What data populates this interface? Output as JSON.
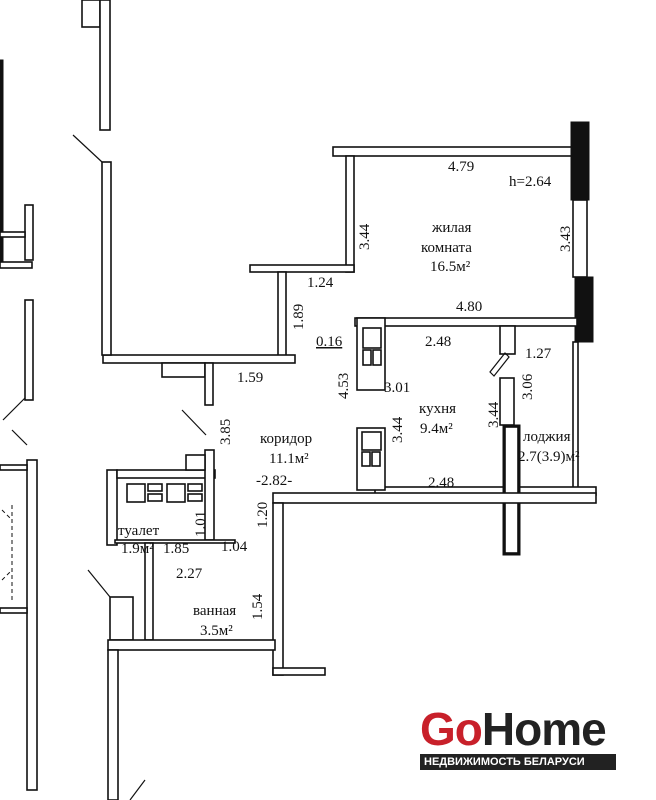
{
  "rooms": {
    "living": {
      "name1": "жилая",
      "name2": "комната",
      "area": "16.5м²"
    },
    "kitchen": {
      "name": "кухня",
      "area": "9.4м²"
    },
    "corridor": {
      "name": "коридор",
      "area": "11.1м²"
    },
    "loggia": {
      "name": "лоджия",
      "area": "2.7(3.9)м²"
    },
    "toilet": {
      "name": "туалет",
      "area": "1.9м²"
    },
    "bathroom": {
      "name": "ванная",
      "area": "3.5м²"
    }
  },
  "ceiling_height": "h=2.64",
  "dimensions": {
    "d479": "4.79",
    "d344a": "3.44",
    "d343": "3.43",
    "d124": "1.24",
    "d480": "4.80",
    "d189": "1.89",
    "d016": "0.16",
    "d248a": "2.48",
    "d127": "1.27",
    "d159": "1.59",
    "d453": "4.53",
    "d301": "3.01",
    "d306": "3.06",
    "d344b": "3.44",
    "d344c": "3.44",
    "d385": "3.85",
    "d282": "-2.82-",
    "d248b": "2.48",
    "d120": "1.20",
    "d101": "1.01",
    "d185": "1.85",
    "d104": "1.04",
    "d227": "2.27",
    "d154": "1.54"
  },
  "logo": {
    "brand_go": "Go",
    "brand_home": "Home",
    "tagline": "НЕДВИЖИМОСТЬ БЕЛАРУСИ"
  }
}
